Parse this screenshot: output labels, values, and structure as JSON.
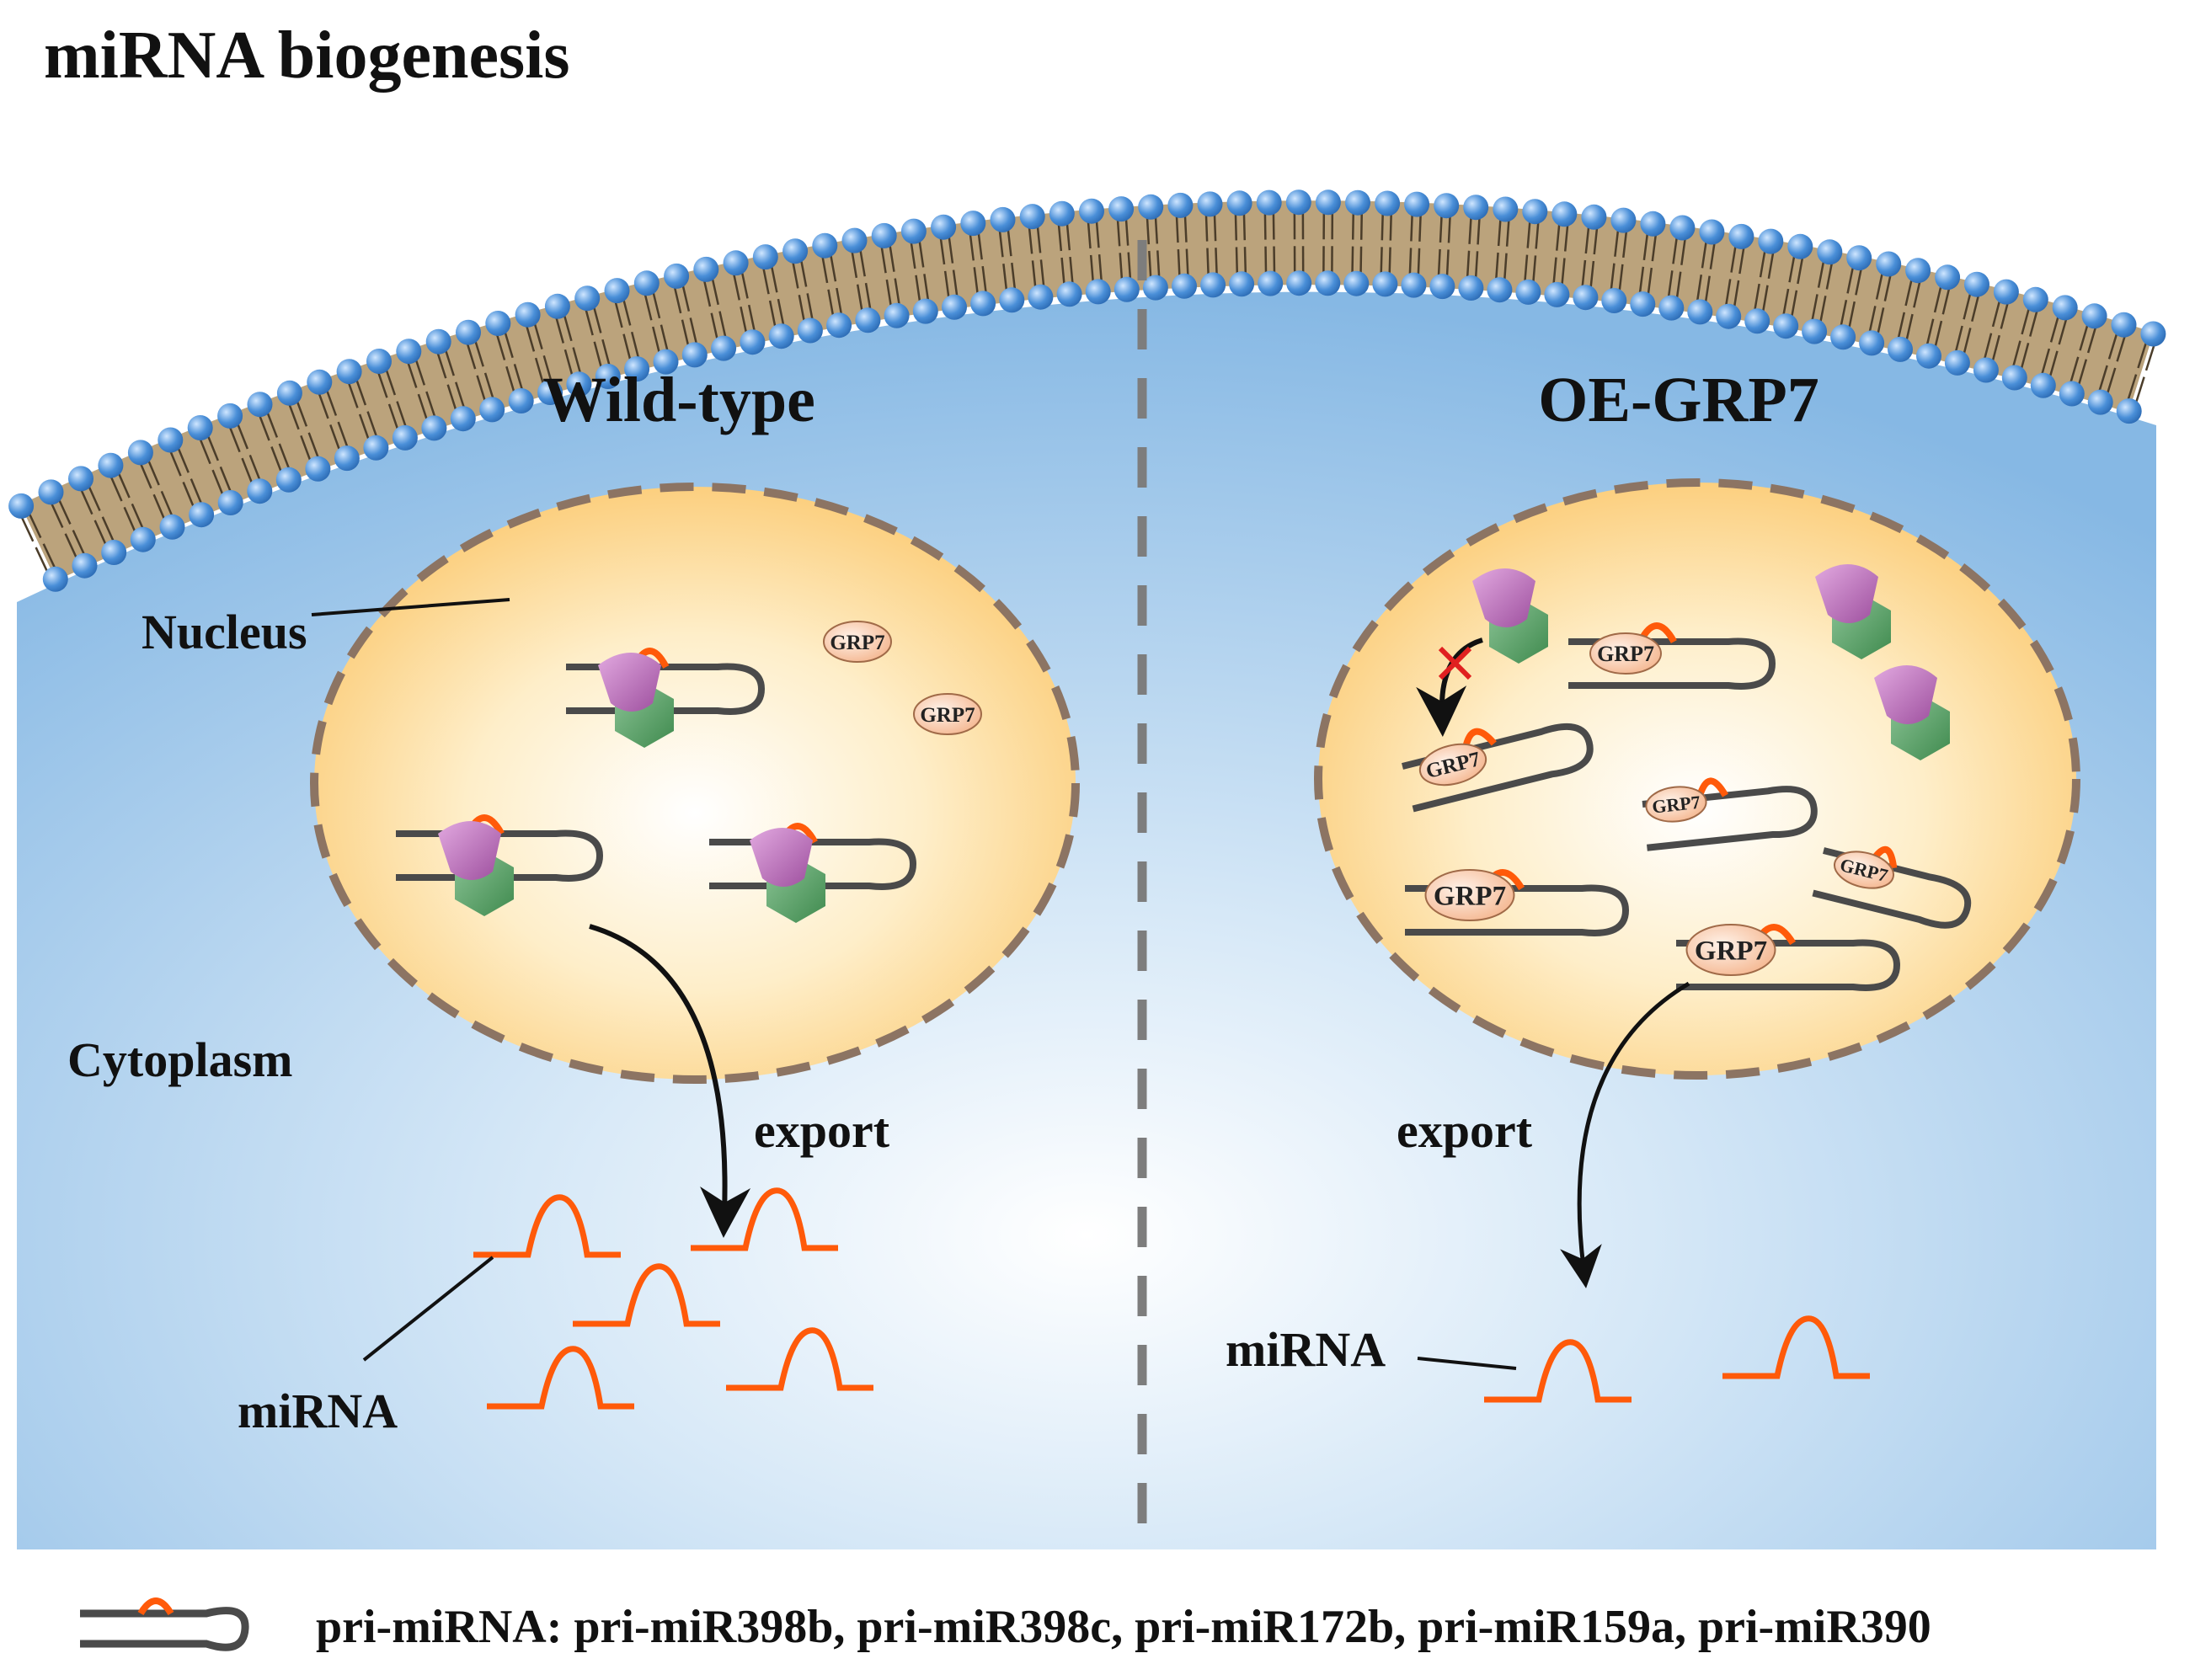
{
  "title": "miRNA biogenesis",
  "panels": {
    "wild_type": {
      "heading": "Wild-type",
      "nucleus_label": "Nucleus",
      "cytoplasm_label": "Cytoplasm",
      "export_label": "export",
      "mirna_label": "miRNA"
    },
    "oe_grp7": {
      "heading": "OE-GRP7",
      "export_label": "export",
      "mirna_label": "miRNA"
    }
  },
  "protein_label": "GRP7",
  "legend": {
    "text": "pri-miRNA: pri-miR398b, pri-miR398c, pri-miR172b, pri-miR159a, pri-miR390",
    "icon": "pri-mirna-hairpin-icon"
  },
  "colors": {
    "cytoplasm": "#8fbde6",
    "nucleus": "#fcd58a",
    "membrane_head": "#4a90d6",
    "membrane_body": "#bba37c",
    "mirna": "#ff5a0a",
    "rna_backbone": "#4a4a4a",
    "grp7_protein": "#f8c8a4",
    "dicer_purple": "#b06ab0",
    "dicer_green": "#4f9a5f"
  }
}
